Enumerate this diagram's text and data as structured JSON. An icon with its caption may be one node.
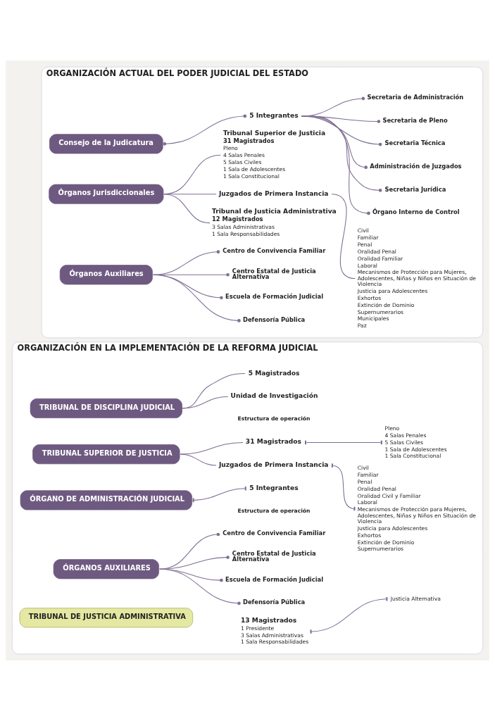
{
  "diagram": {
    "nodes": [
      {
        "text": [
          "ORGANIZACIÓN ACTUAL DEL PODER JUDICIAL DEL ESTADO"
        ]
      },
      {
        "text": [
          "Consejo de la Judicatura"
        ],
        "in": 0
      },
      {
        "text": [
          "5 Integrantes"
        ],
        "in": 0
      },
      {
        "text": [
          "Secretaria de Administración"
        ],
        "in": 0
      },
      {
        "text": [
          "Secretaria de Pleno"
        ],
        "in": 0
      },
      {
        "text": [
          "Secretaria Técnica"
        ],
        "in": 0
      },
      {
        "text": [
          "Administración de Juzgados"
        ],
        "in": 0
      },
      {
        "text": [
          "Secretaria Jurídica"
        ],
        "in": 0
      },
      {
        "text": [
          "Órgano Interno de Control"
        ],
        "in": 0
      },
      {
        "text": [
          "Órganos Jurisdiccionales"
        ],
        "in": 0
      },
      {
        "text": [
          "Tribunal Superior de Justicia",
          "31 Magistrados",
          "Pleno",
          "4 Salas Penales",
          "5 Salas Civiles",
          "1 Sala de Adolescentes",
          "1 Sala Constitucional"
        ],
        "in": 0
      },
      {
        "text": [
          "Juzgados de Primera Instancia"
        ],
        "in": 0
      },
      {
        "text": [
          "Civil",
          "Familiar",
          "Penal",
          "Oralidad Penal",
          "Oralidad Familiar",
          "Laboral",
          "Mecanismos de Protección para Mujeres, Adolescentes, Niñas y Niños en Situación de Violencia",
          "Justicia para Adolescentes",
          "Exhortos",
          "Extinción de Dominio",
          "Supernumerarios",
          "Municipales",
          "Paz"
        ],
        "in": 0
      },
      {
        "text": [
          "Tribunal de Justicia Administrativa",
          "12 Magistrados",
          "3 Salas Administrativas",
          "1 Sala Responsabilidades"
        ],
        "in": 0
      },
      {
        "text": [
          "Órganos Auxiliares"
        ],
        "in": 0
      },
      {
        "text": [
          "Centro de Convivencia Familiar"
        ],
        "in": 0
      },
      {
        "text": [
          "Centro Estatal de Justicia Alternativa"
        ],
        "in": 0
      },
      {
        "text": [
          "Escuela de Formación Judicial"
        ],
        "in": 0
      },
      {
        "text": [
          "Defensoría Pública"
        ],
        "in": 0
      },
      {
        "text": [
          "ORGANIZACIÓN EN LA IMPLEMENTACIÓN DE LA REFORMA JUDICIAL"
        ]
      },
      {
        "text": [
          "TRIBUNAL DE DISCIPLINA JUDICIAL"
        ],
        "in": 19
      },
      {
        "text": [
          "5 Magistrados"
        ],
        "in": 19
      },
      {
        "text": [
          "Unidad de Investigación"
        ],
        "in": 19
      },
      {
        "text": [
          "TRIBUNAL SUPERIOR DE JUSTICIA"
        ],
        "in": 19
      },
      {
        "text": [
          "31 Magistrados"
        ],
        "in": 19
      },
      {
        "text": [
          "Pleno",
          "4 Salas Penales",
          "5 Salas Civiles",
          "1 Sala de Adolescentes",
          "1 Sala Constitucional"
        ],
        "in": 19
      },
      {
        "text": [
          "Juzgados de Primera Instancia"
        ],
        "in": 19
      },
      {
        "text": [
          "Civil",
          "Familiar",
          "Penal",
          "Oralidad Penal",
          "Oralidad Civil y Familiar",
          "Laboral",
          "Mecanismos de Protección para Mujeres, Adolescentes, Niñas y Niños en Situación de Violencia",
          "Justicia para Adolescentes",
          "Exhortos",
          "Extinción de Dominio",
          "Supernumerarios"
        ],
        "in": 19
      },
      {
        "text": [
          "ÓRGANO DE ADMINISTRACIÓN JUDICIAL"
        ],
        "in": 19
      },
      {
        "text": [
          "5 Integrantes"
        ],
        "in": 19
      },
      {
        "text": [
          "ÓRGANOS AUXILIARES"
        ],
        "in": 19
      },
      {
        "text": [
          "Centro de Convivencia Familiar"
        ],
        "in": 19
      },
      {
        "text": [
          "Centro Estatal de Justicia Alternativa"
        ],
        "in": 19
      },
      {
        "text": [
          "Escuela de Formación Judicial"
        ],
        "in": 19
      },
      {
        "text": [
          "Defensoría Pública"
        ],
        "in": 19
      },
      {
        "text": [
          "TRIBUNAL DE JUSTICIA ADMINISTRATIVA"
        ],
        "in": 19
      },
      {
        "text": [
          "13 Magistrados",
          "1 Presidente",
          "3 Salas Administrativas",
          "1 Sala Responsabilidades"
        ],
        "in": 19
      },
      {
        "text": [
          "Justicia Alternativa"
        ],
        "in": 19
      }
    ],
    "edges": [
      {
        "from": 1,
        "to": 2,
        "arrow": "other"
      },
      {
        "from": 2,
        "to": 3,
        "arrow": "other"
      },
      {
        "from": 2,
        "to": 4,
        "arrow": "other"
      },
      {
        "from": 2,
        "to": 5,
        "arrow": "other"
      },
      {
        "from": 2,
        "to": 6,
        "arrow": "other"
      },
      {
        "from": 2,
        "to": 7,
        "arrow": "other"
      },
      {
        "from": 2,
        "to": 8,
        "arrow": "other"
      },
      {
        "from": 9,
        "to": 10,
        "arrow": "none"
      },
      {
        "from": 9,
        "to": 11,
        "arrow": "none"
      },
      {
        "from": 9,
        "to": 13,
        "arrow": "none"
      },
      {
        "from": 11,
        "to": 12,
        "arrow": "none"
      },
      {
        "from": 14,
        "to": 15,
        "arrow": "other"
      },
      {
        "from": 14,
        "to": 16,
        "arrow": "other"
      },
      {
        "from": 14,
        "to": 17,
        "arrow": "other"
      },
      {
        "from": 14,
        "to": 18,
        "arrow": "other"
      },
      {
        "from": 20,
        "to": 21,
        "arrow": "none"
      },
      {
        "from": 20,
        "to": 22,
        "arrow": "none"
      },
      {
        "from": 23,
        "to": 24,
        "arrow": "none"
      },
      {
        "from": 23,
        "to": 26,
        "arrow": "none"
      },
      {
        "from": 24,
        "to": 25,
        "arrow": "other"
      },
      {
        "from": 26,
        "to": 27,
        "arrow": "other"
      },
      {
        "from": 28,
        "to": 29,
        "arrow": "other"
      },
      {
        "from": 30,
        "to": 31,
        "arrow": "other"
      },
      {
        "from": 30,
        "to": 32,
        "arrow": "other"
      },
      {
        "from": 30,
        "to": 33,
        "arrow": "other"
      },
      {
        "from": 30,
        "to": 34,
        "arrow": "other"
      },
      {
        "from": 36,
        "to": 37,
        "arrow": "other"
      }
    ],
    "labels": [
      "Estructura de operación",
      "Estructura de operación"
    ]
  }
}
